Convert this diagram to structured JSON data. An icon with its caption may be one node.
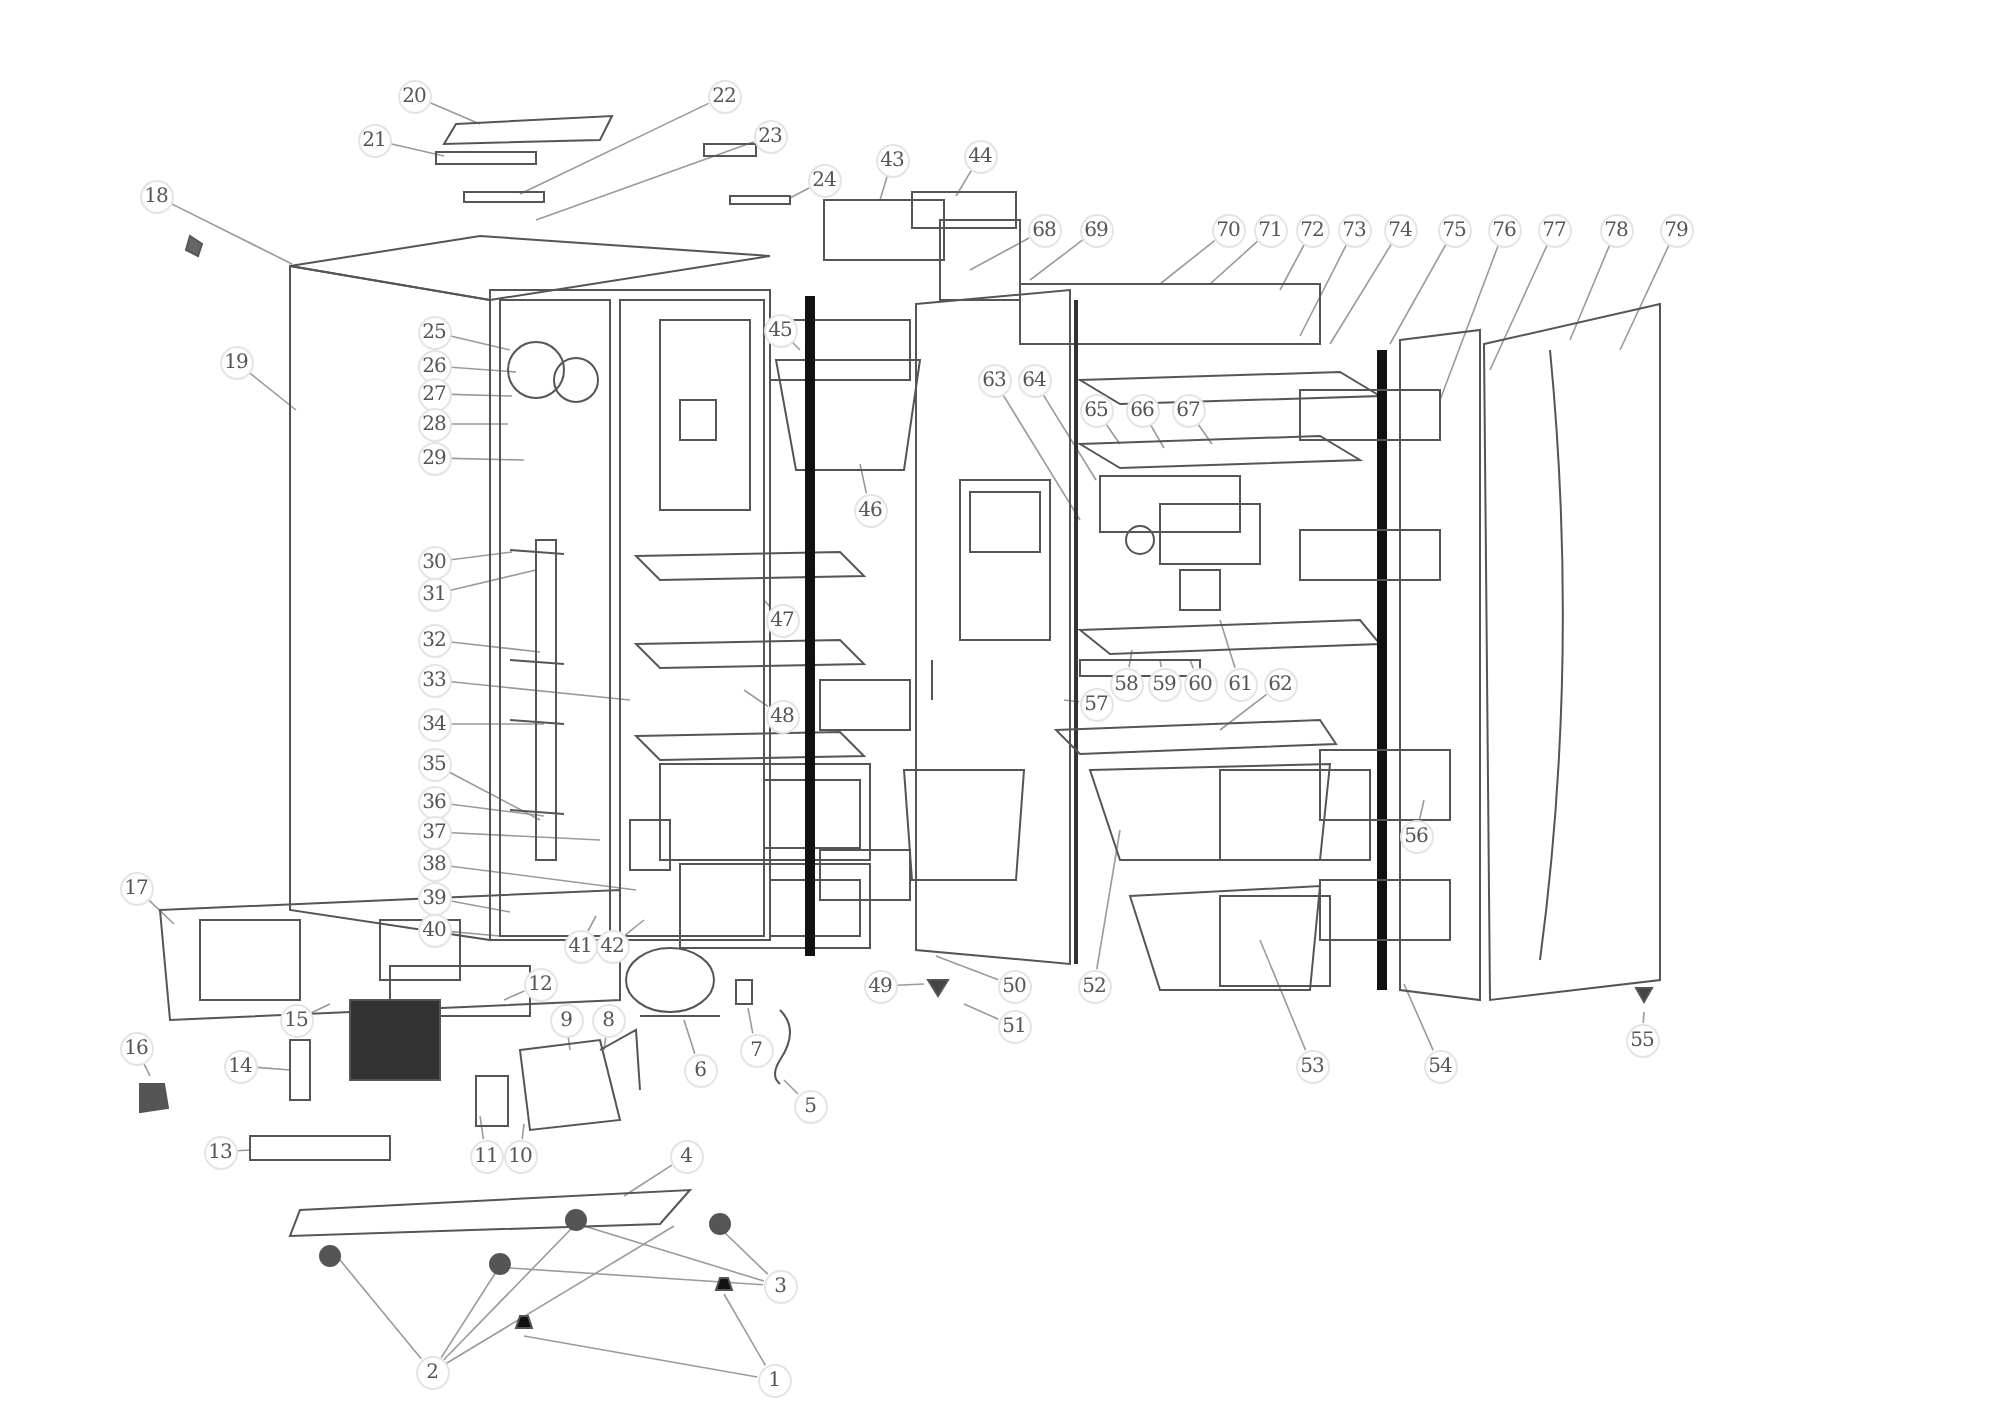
{
  "diagram": {
    "nodes": [
      {
        "text": [
          "1"
        ]
      },
      {
        "text": [
          "2"
        ]
      },
      {
        "text": [
          "3"
        ]
      },
      {
        "text": [
          "4"
        ]
      },
      {
        "text": [
          "5"
        ]
      },
      {
        "text": [
          "6"
        ]
      },
      {
        "text": [
          "7"
        ]
      },
      {
        "text": [
          "8"
        ]
      },
      {
        "text": [
          "9"
        ]
      },
      {
        "text": [
          "10"
        ]
      },
      {
        "text": [
          "11"
        ]
      },
      {
        "text": [
          "12"
        ]
      },
      {
        "text": [
          "13"
        ]
      },
      {
        "text": [
          "14"
        ]
      },
      {
        "text": [
          "15"
        ]
      },
      {
        "text": [
          "16"
        ]
      },
      {
        "text": [
          "17"
        ]
      },
      {
        "text": [
          "18"
        ]
      },
      {
        "text": [
          "19"
        ]
      },
      {
        "text": [
          "20"
        ]
      },
      {
        "text": [
          "21"
        ]
      },
      {
        "text": [
          "22"
        ]
      },
      {
        "text": [
          "23"
        ]
      },
      {
        "text": [
          "24"
        ]
      },
      {
        "text": [
          "25"
        ]
      },
      {
        "text": [
          "26"
        ]
      },
      {
        "text": [
          "27"
        ]
      },
      {
        "text": [
          "28"
        ]
      },
      {
        "text": [
          "29"
        ]
      },
      {
        "text": [
          "30"
        ]
      },
      {
        "text": [
          "31"
        ]
      },
      {
        "text": [
          "32"
        ]
      },
      {
        "text": [
          "33"
        ]
      },
      {
        "text": [
          "34"
        ]
      },
      {
        "text": [
          "35"
        ]
      },
      {
        "text": [
          "36"
        ]
      },
      {
        "text": [
          "37"
        ]
      },
      {
        "text": [
          "38"
        ]
      },
      {
        "text": [
          "39"
        ]
      },
      {
        "text": [
          "40"
        ]
      },
      {
        "text": [
          "41"
        ]
      },
      {
        "text": [
          "42"
        ]
      },
      {
        "text": [
          "43"
        ]
      },
      {
        "text": [
          "44"
        ]
      },
      {
        "text": [
          "45"
        ]
      },
      {
        "text": [
          "46"
        ]
      },
      {
        "text": [
          "47"
        ]
      },
      {
        "text": [
          "48"
        ]
      },
      {
        "text": [
          "49"
        ]
      },
      {
        "text": [
          "50"
        ]
      },
      {
        "text": [
          "51"
        ]
      },
      {
        "text": [
          "52"
        ]
      },
      {
        "text": [
          "53"
        ]
      },
      {
        "text": [
          "54"
        ]
      },
      {
        "text": [
          "55"
        ]
      },
      {
        "text": [
          "56"
        ]
      },
      {
        "text": [
          "57"
        ]
      },
      {
        "text": [
          "58"
        ]
      },
      {
        "text": [
          "59"
        ]
      },
      {
        "text": [
          "60"
        ]
      },
      {
        "text": [
          "61"
        ]
      },
      {
        "text": [
          "62"
        ]
      },
      {
        "text": [
          "63"
        ]
      },
      {
        "text": [
          "64"
        ]
      },
      {
        "text": [
          "65"
        ]
      },
      {
        "text": [
          "66"
        ]
      },
      {
        "text": [
          "67"
        ]
      },
      {
        "text": [
          "68"
        ]
      },
      {
        "text": [
          "69"
        ]
      },
      {
        "text": [
          "70"
        ]
      },
      {
        "text": [
          "71"
        ]
      },
      {
        "text": [
          "72"
        ]
      },
      {
        "text": [
          "73"
        ]
      },
      {
        "text": [
          "74"
        ]
      },
      {
        "text": [
          "75"
        ]
      },
      {
        "text": [
          "76"
        ]
      },
      {
        "text": [
          "77"
        ]
      },
      {
        "text": [
          "78"
        ]
      },
      {
        "text": [
          "79"
        ]
      }
    ],
    "edges": [
      {
        "from": 0,
        "to": null,
        "arrow": "none"
      },
      {
        "from": 0,
        "to": null,
        "arrow": "none"
      },
      {
        "from": 1,
        "to": null,
        "arrow": "none"
      },
      {
        "from": 1,
        "to": null,
        "arrow": "none"
      },
      {
        "from": 1,
        "to": null,
        "arrow": "none"
      },
      {
        "from": 1,
        "to": null,
        "arrow": "none"
      },
      {
        "from": 2,
        "to": null,
        "arrow": "none"
      },
      {
        "from": 2,
        "to": null,
        "arrow": "none"
      },
      {
        "from": 2,
        "to": null,
        "arrow": "none"
      },
      {
        "from": 3,
        "to": null,
        "arrow": "none"
      },
      {
        "from": 4,
        "to": null,
        "arrow": "none"
      },
      {
        "from": 5,
        "to": null,
        "arrow": "none"
      },
      {
        "from": 6,
        "to": null,
        "arrow": "none"
      },
      {
        "from": 7,
        "to": null,
        "arrow": "none"
      },
      {
        "from": 8,
        "to": null,
        "arrow": "none"
      },
      {
        "from": 9,
        "to": null,
        "arrow": "none"
      },
      {
        "from": 10,
        "to": null,
        "arrow": "none"
      },
      {
        "from": 11,
        "to": null,
        "arrow": "none"
      },
      {
        "from": 12,
        "to": null,
        "arrow": "none"
      },
      {
        "from": 13,
        "to": null,
        "arrow": "none"
      },
      {
        "from": 14,
        "to": null,
        "arrow": "none"
      },
      {
        "from": 15,
        "to": null,
        "arrow": "none"
      },
      {
        "from": 16,
        "to": null,
        "arrow": "none"
      },
      {
        "from": 17,
        "to": null,
        "arrow": "none"
      },
      {
        "from": 18,
        "to": null,
        "arrow": "none"
      },
      {
        "from": 19,
        "to": null,
        "arrow": "none"
      },
      {
        "from": 20,
        "to": null,
        "arrow": "none"
      },
      {
        "from": 21,
        "to": null,
        "arrow": "none"
      },
      {
        "from": 22,
        "to": null,
        "arrow": "none"
      },
      {
        "from": 23,
        "to": null,
        "arrow": "none"
      },
      {
        "from": 24,
        "to": null,
        "arrow": "none"
      },
      {
        "from": 25,
        "to": null,
        "arrow": "none"
      },
      {
        "from": 26,
        "to": null,
        "arrow": "none"
      },
      {
        "from": 27,
        "to": null,
        "arrow": "none"
      },
      {
        "from": 28,
        "to": null,
        "arrow": "none"
      },
      {
        "from": 29,
        "to": null,
        "arrow": "none"
      },
      {
        "from": 30,
        "to": null,
        "arrow": "none"
      },
      {
        "from": 31,
        "to": null,
        "arrow": "none"
      },
      {
        "from": 32,
        "to": null,
        "arrow": "none"
      },
      {
        "from": 33,
        "to": null,
        "arrow": "none"
      },
      {
        "from": 34,
        "to": null,
        "arrow": "none"
      },
      {
        "from": 35,
        "to": null,
        "arrow": "none"
      },
      {
        "from": 36,
        "to": null,
        "arrow": "none"
      },
      {
        "from": 37,
        "to": null,
        "arrow": "none"
      },
      {
        "from": 38,
        "to": null,
        "arrow": "none"
      },
      {
        "from": 39,
        "to": null,
        "arrow": "none"
      },
      {
        "from": 40,
        "to": null,
        "arrow": "none"
      },
      {
        "from": 41,
        "to": null,
        "arrow": "none"
      },
      {
        "from": 42,
        "to": null,
        "arrow": "none"
      },
      {
        "from": 43,
        "to": null,
        "arrow": "none"
      },
      {
        "from": 44,
        "to": null,
        "arrow": "none"
      },
      {
        "from": 45,
        "to": null,
        "arrow": "none"
      },
      {
        "from": 46,
        "to": null,
        "arrow": "none"
      },
      {
        "from": 47,
        "to": null,
        "arrow": "none"
      },
      {
        "from": 48,
        "to": null,
        "arrow": "none"
      },
      {
        "from": 49,
        "to": null,
        "arrow": "none"
      },
      {
        "from": 50,
        "to": null,
        "arrow": "none"
      },
      {
        "from": 51,
        "to": null,
        "arrow": "none"
      },
      {
        "from": 52,
        "to": null,
        "arrow": "none"
      },
      {
        "from": 53,
        "to": null,
        "arrow": "none"
      },
      {
        "from": 54,
        "to": null,
        "arrow": "none"
      },
      {
        "from": 55,
        "to": null,
        "arrow": "none"
      },
      {
        "from": 56,
        "to": null,
        "arrow": "none"
      },
      {
        "from": 57,
        "to": null,
        "arrow": "none"
      },
      {
        "from": 58,
        "to": null,
        "arrow": "none"
      },
      {
        "from": 59,
        "to": null,
        "arrow": "none"
      },
      {
        "from": 60,
        "to": null,
        "arrow": "none"
      },
      {
        "from": 61,
        "to": null,
        "arrow": "none"
      },
      {
        "from": 62,
        "to": null,
        "arrow": "none"
      },
      {
        "from": 63,
        "to": null,
        "arrow": "none"
      },
      {
        "from": 64,
        "to": null,
        "arrow": "none"
      },
      {
        "from": 65,
        "to": null,
        "arrow": "none"
      },
      {
        "from": 66,
        "to": null,
        "arrow": "none"
      },
      {
        "from": 67,
        "to": null,
        "arrow": "none"
      },
      {
        "from": 68,
        "to": null,
        "arrow": "none"
      },
      {
        "from": 69,
        "to": null,
        "arrow": "none"
      },
      {
        "from": 70,
        "to": null,
        "arrow": "none"
      },
      {
        "from": 71,
        "to": null,
        "arrow": "none"
      },
      {
        "from": 72,
        "to": null,
        "arrow": "none"
      },
      {
        "from": 73,
        "to": null,
        "arrow": "none"
      },
      {
        "from": 74,
        "to": null,
        "arrow": "none"
      },
      {
        "from": 75,
        "to": null,
        "arrow": "none"
      },
      {
        "from": 76,
        "to": null,
        "arrow": "none"
      },
      {
        "from": 77,
        "to": null,
        "arrow": "none"
      },
      {
        "from": 78,
        "to": null,
        "arrow": "none"
      }
    ]
  }
}
